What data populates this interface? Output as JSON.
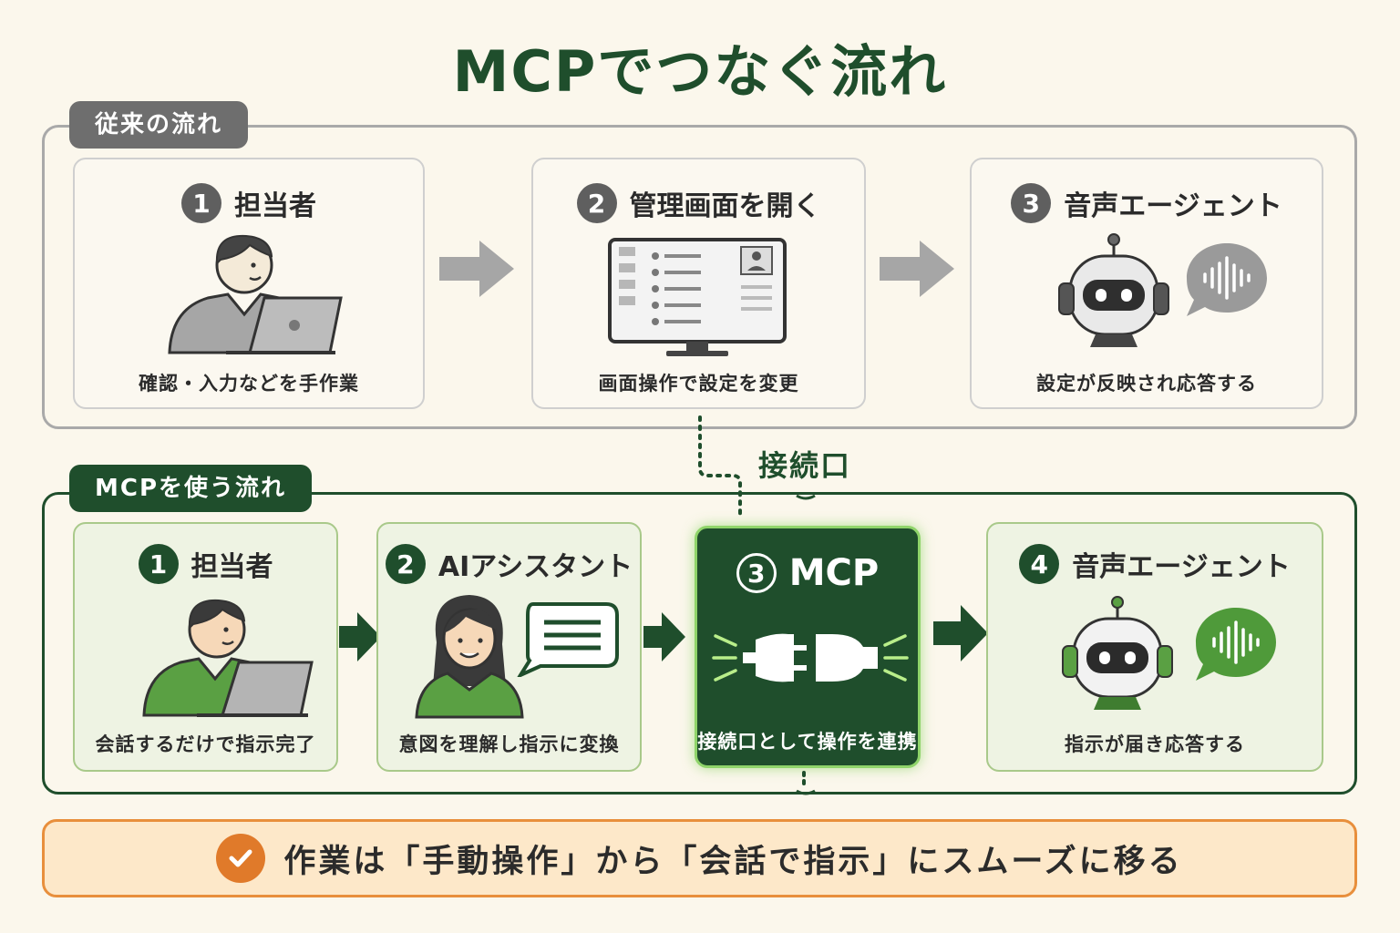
{
  "title": "MCPでつなぐ流れ",
  "old_flow": {
    "label": "従来の流れ",
    "steps": [
      {
        "num": "1",
        "title": "担当者",
        "caption": "確認・入力などを手作業"
      },
      {
        "num": "2",
        "title": "管理画面を開く",
        "caption": "画面操作で設定を変更"
      },
      {
        "num": "3",
        "title": "音声エージェント",
        "caption": "設定が反映され応答する"
      }
    ]
  },
  "connector_label": "接続口",
  "new_flow": {
    "label": "MCPを使う流れ",
    "steps": [
      {
        "num": "1",
        "title": "担当者",
        "caption": "会話するだけで指示完了"
      },
      {
        "num": "2",
        "title": "AIアシスタント",
        "caption": "意図を理解し指示に変換"
      },
      {
        "num": "3",
        "title": "MCP",
        "caption": "接続口として操作を連携"
      },
      {
        "num": "4",
        "title": "音声エージェント",
        "caption": "指示が届き応答する"
      }
    ]
  },
  "banner": {
    "text": "作業は「手動操作」から「会話で指示」にスムーズに移る"
  },
  "colors": {
    "green_dark": "#1f4e2c",
    "green_light": "#4f9a3a",
    "gray": "#6e6e6e",
    "orange": "#e07a2a",
    "background": "#fbf7ec"
  }
}
